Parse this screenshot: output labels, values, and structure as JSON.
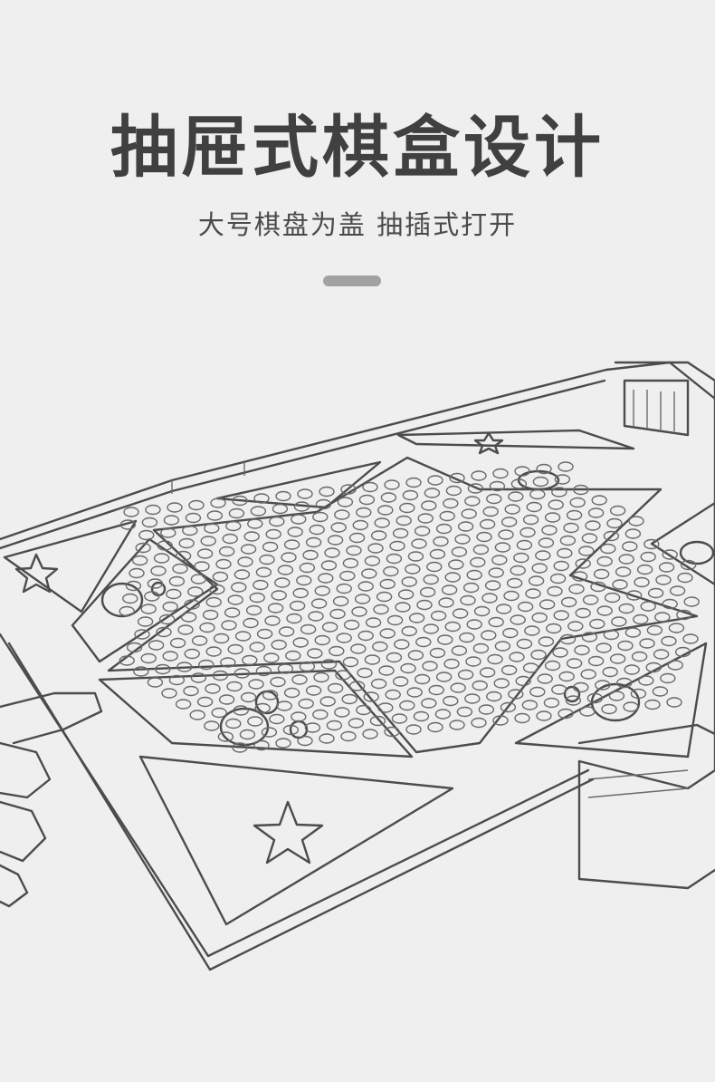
{
  "header": {
    "title": "抽屉式棋盒设计",
    "subtitle": "大号棋盘为盖 抽插式打开"
  },
  "colors": {
    "background": "#efefef",
    "title_text": "#404040",
    "divider": "#a2a2a2",
    "line_art": "#4c4c4c"
  },
  "illustration": {
    "subject": "chinese-checkers-board-drawer-box",
    "style": "pencil-sketch"
  }
}
